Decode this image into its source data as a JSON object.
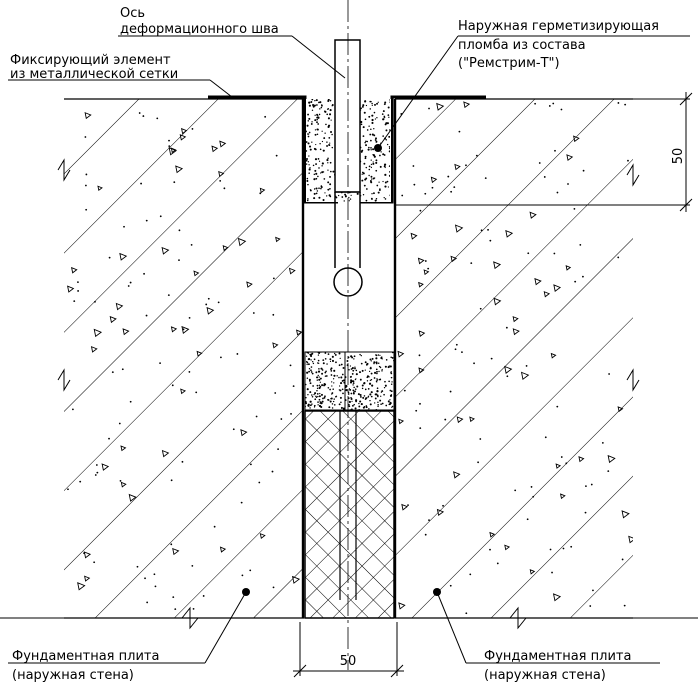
{
  "labels": {
    "axis_line1": "Ось",
    "axis_line2": "деформационного шва",
    "seal_line1": "Наружная герметизирующая",
    "seal_line2": "пломба из состава",
    "seal_line3": "(\"Ремстрим-Т\")",
    "fix_line1": "Фиксирующий элемент",
    "fix_line2": "из металлической сетки",
    "slab_left_line1": "Фундаментная плита",
    "slab_left_line2": "(наружная стена)",
    "slab_right_line1": "Фундаментная плита",
    "slab_right_line2": "(наружная стена)"
  },
  "dimensions": {
    "vertical": "50",
    "horizontal": "50"
  }
}
